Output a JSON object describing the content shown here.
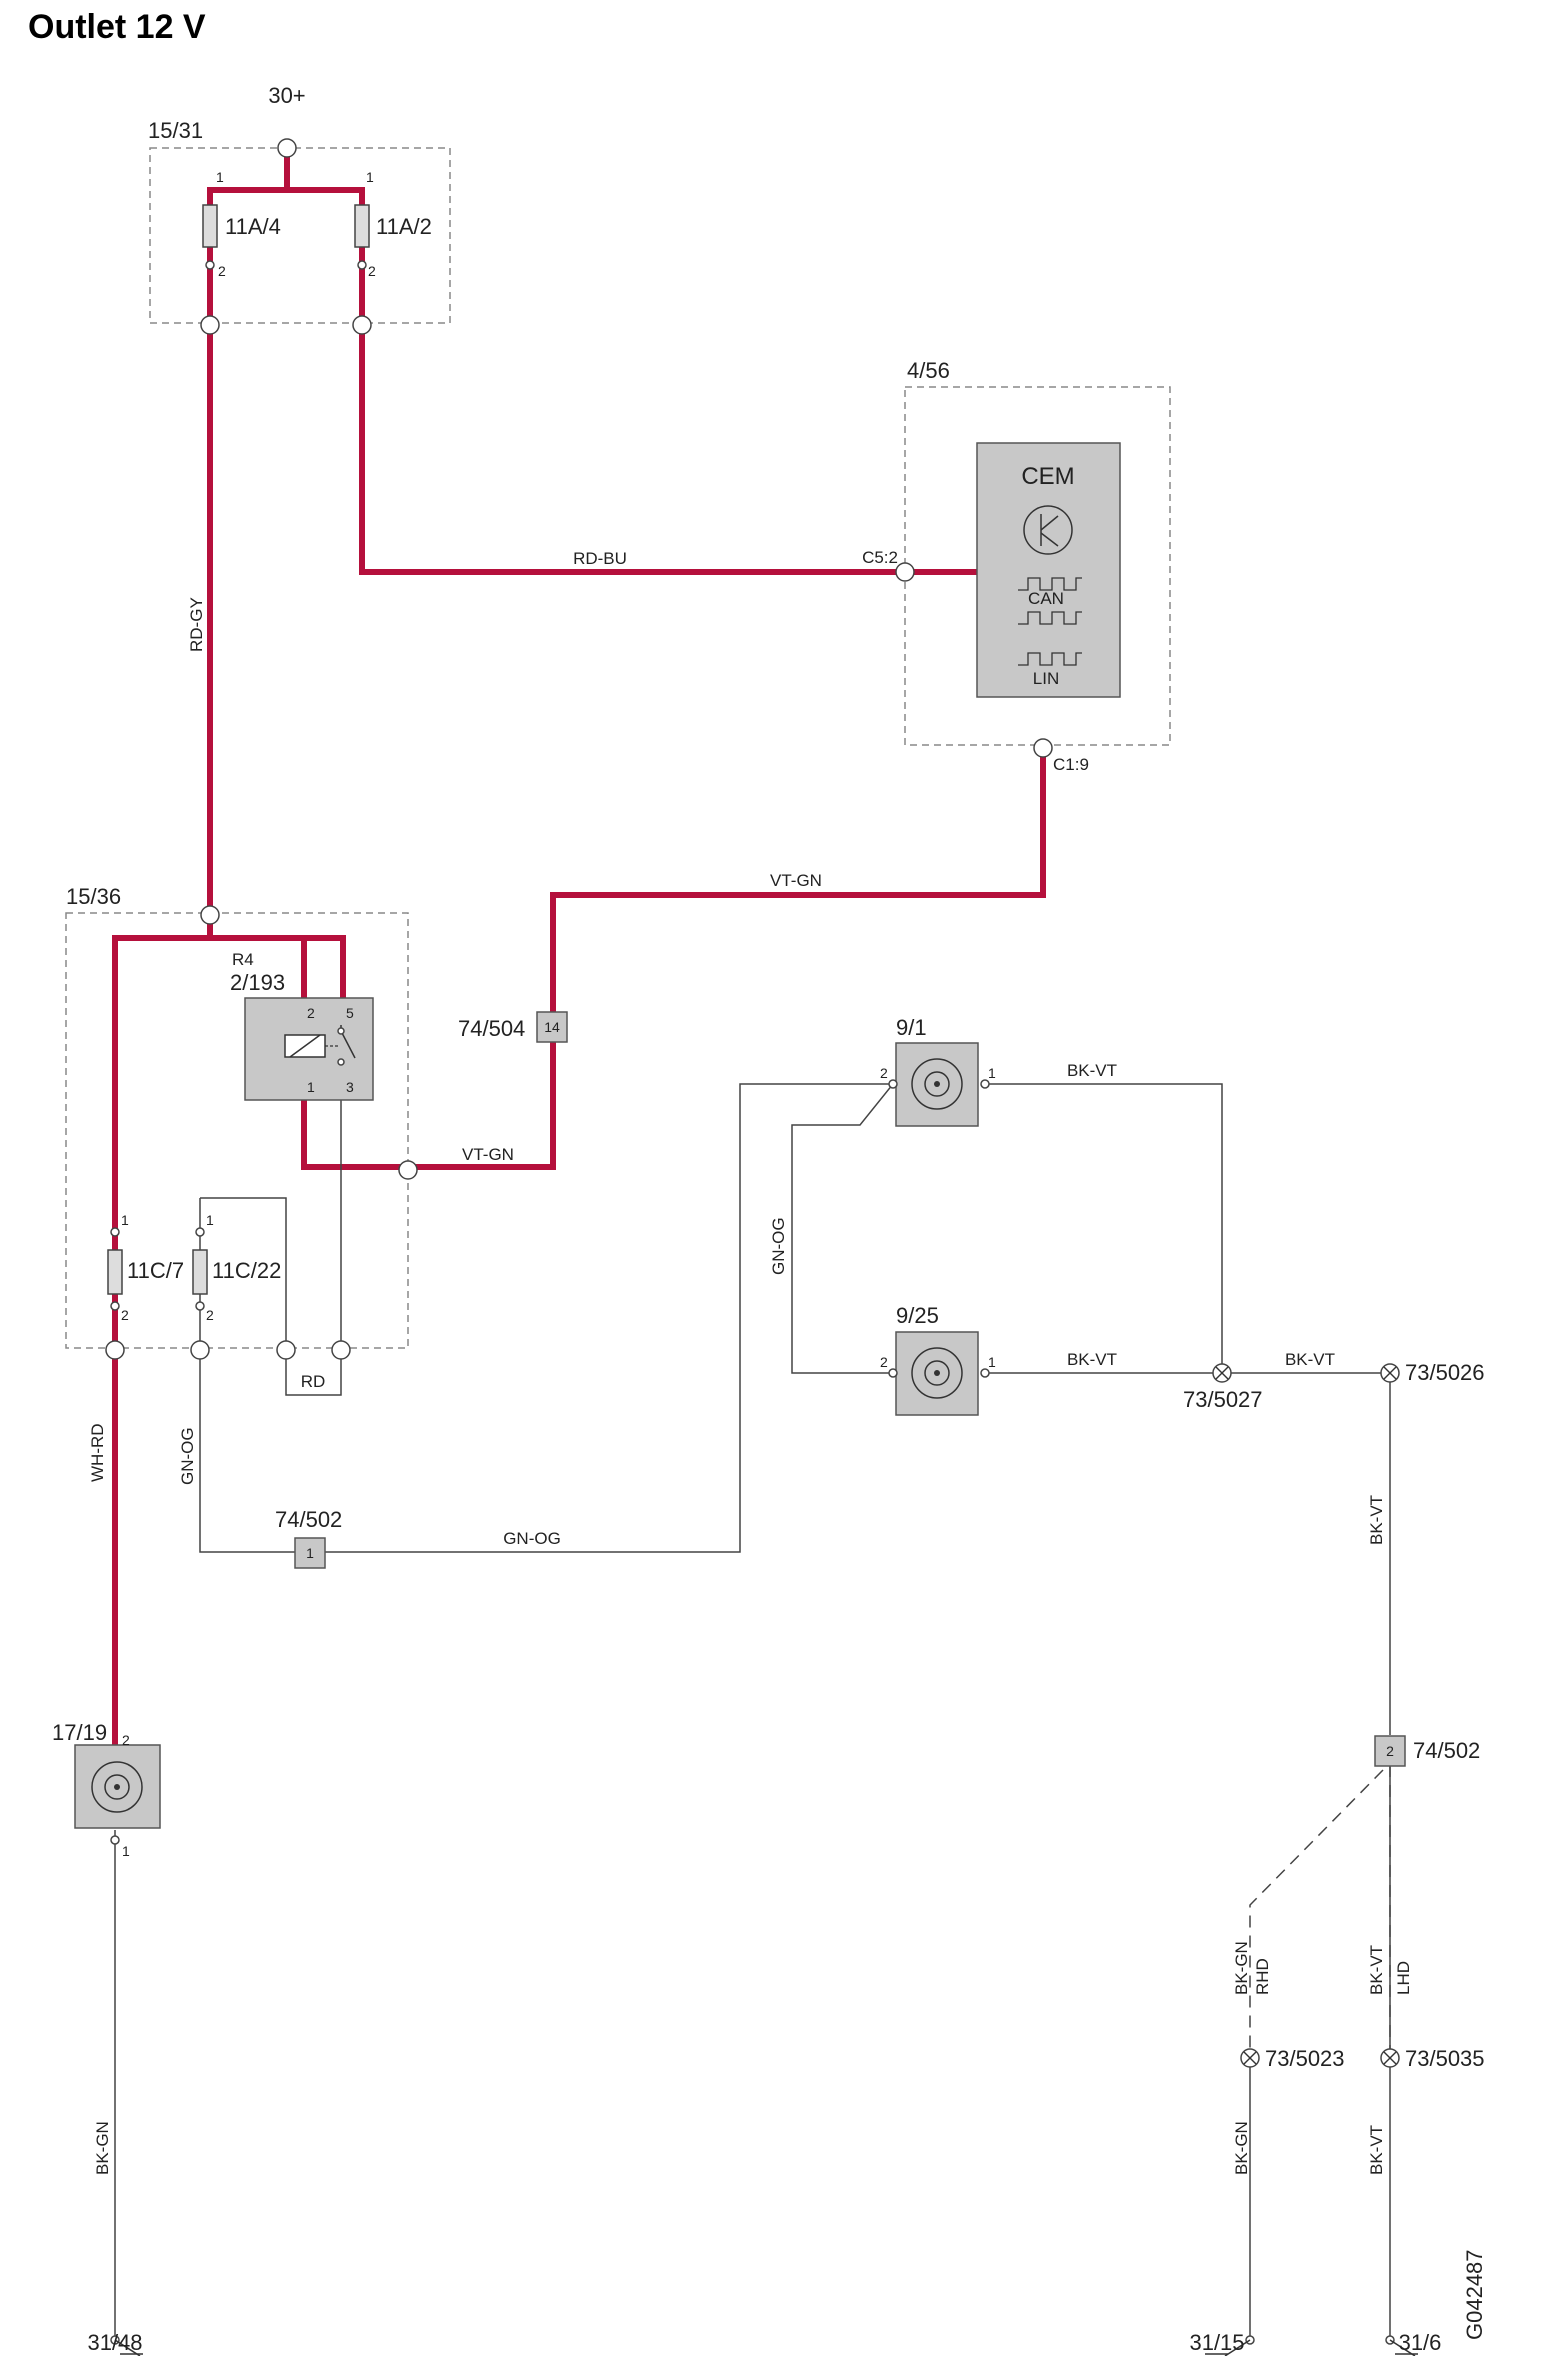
{
  "title": "Outlet 12 V",
  "labels": {
    "supply": "30+",
    "fusebox_main": "15/31",
    "fuse_a": "11A/4",
    "fuse_b": "11A/2",
    "cem_box": "4/56",
    "cem_title": "CEM",
    "cem_can": "CAN",
    "cem_lin": "LIN",
    "cem_pin_c5": "C5:2",
    "cem_pin_c1": "C1:9",
    "fusebox_rear": "15/36",
    "relay_ref": "R4",
    "relay_id": "2/193",
    "fuse_c": "11C/7",
    "fuse_d": "11C/22",
    "connector_504": "74/504",
    "connector_504_pin": "14",
    "connector_502a": "74/502",
    "connector_502a_pin": "1",
    "connector_502b": "74/502",
    "connector_502b_pin": "2",
    "outlet_main": "17/19",
    "outlet_9_1": "9/1",
    "outlet_9_25": "9/25",
    "splice_5027": "73/5027",
    "splice_5026": "73/5026",
    "splice_5023": "73/5023",
    "splice_5035": "73/5035",
    "ground_48": "31/48",
    "ground_15": "31/15",
    "ground_6": "31/6",
    "rhd": "RHD",
    "lhd": "LHD",
    "drawing_id": "G042487"
  },
  "wires": {
    "rd_bu": "RD-BU",
    "rd_gy": "RD-GY",
    "vt_gn_upper": "VT-GN",
    "vt_gn_lower": "VT-GN",
    "bk_vt_top": "BK-VT",
    "bk_vt_mid": "BK-VT",
    "bk_vt_right": "BK-VT",
    "bk_vt_vertical": "BK-VT",
    "bk_vt_lhd": "BK-VT",
    "bk_vt_bottom": "BK-VT",
    "gn_og_vertical": "GN-OG",
    "gn_og_left": "GN-OG",
    "gn_og_bottom": "GN-OG",
    "rd_small": "RD",
    "wh_rd": "WH-RD",
    "bk_gn_left": "BK-GN",
    "bk_gn_rhd": "BK-GN",
    "bk_gn_bottom": "BK-GN"
  },
  "pins": {
    "p1": "1",
    "p2": "2",
    "p3": "3",
    "p5": "5"
  },
  "colors": {
    "power_wire": "#b5103c",
    "signal_wire": "#444444",
    "component_fill": "#c8c8c8"
  }
}
